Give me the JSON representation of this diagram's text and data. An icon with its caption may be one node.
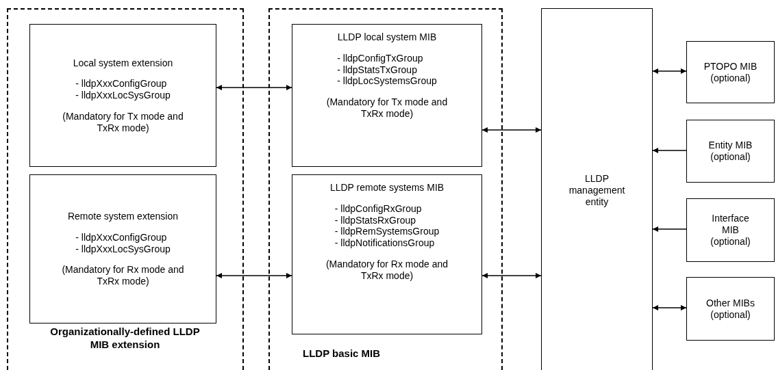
{
  "diagram": {
    "nodes": [
      {
        "text": [
          "Organizationally-defined LLDP MIB extension"
        ]
      },
      {
        "text": [
          "Local system extension",
          "- lldpXxxConfigGroup",
          "- lldpXxxLocSysGroup",
          "(Mandatory for Tx mode and TxRx mode)"
        ],
        "in": 0
      },
      {
        "text": [
          "Remote system extension",
          "- lldpXxxConfigGroup",
          "- lldpXxxLocSysGroup",
          "(Mandatory for Rx mode and TxRx mode)"
        ],
        "in": 0
      },
      {
        "text": [
          "LLDP basic MIB"
        ]
      },
      {
        "text": [
          "LLDP local system MIB",
          "- lldpConfigTxGroup",
          "- lldpStatsTxGroup",
          "- lldpLocSystemsGroup",
          "(Mandatory for Tx mode and TxRx mode)"
        ],
        "in": 3
      },
      {
        "text": [
          "LLDP remote systems MIB",
          "- lldpConfigRxGroup",
          "- lldpStatsRxGroup",
          "- lldpRemSystemsGroup",
          "- lldpNotificationsGroup",
          "(Mandatory for Rx mode and TxRx mode)"
        ],
        "in": 3
      },
      {
        "text": [
          "LLDP management entity"
        ]
      },
      {
        "text": [
          "PTOPO MIB (optional)"
        ]
      },
      {
        "text": [
          "Entity MIB (optional)"
        ]
      },
      {
        "text": [
          "Interface MIB (optional)"
        ]
      },
      {
        "text": [
          "Other MIBs (optional)"
        ]
      }
    ],
    "edges": [
      {
        "from": 1,
        "to": 4,
        "arrow": "both"
      },
      {
        "from": 2,
        "to": 5,
        "arrow": "both"
      },
      {
        "from": 4,
        "to": 6,
        "arrow": "both"
      },
      {
        "from": 5,
        "to": 6,
        "arrow": "both"
      },
      {
        "from": 7,
        "to": 6,
        "arrow": "both"
      },
      {
        "from": 8,
        "to": 6,
        "arrow": "to"
      },
      {
        "from": 9,
        "to": 6,
        "arrow": "to"
      },
      {
        "from": 10,
        "to": 6,
        "arrow": "both"
      }
    ]
  }
}
